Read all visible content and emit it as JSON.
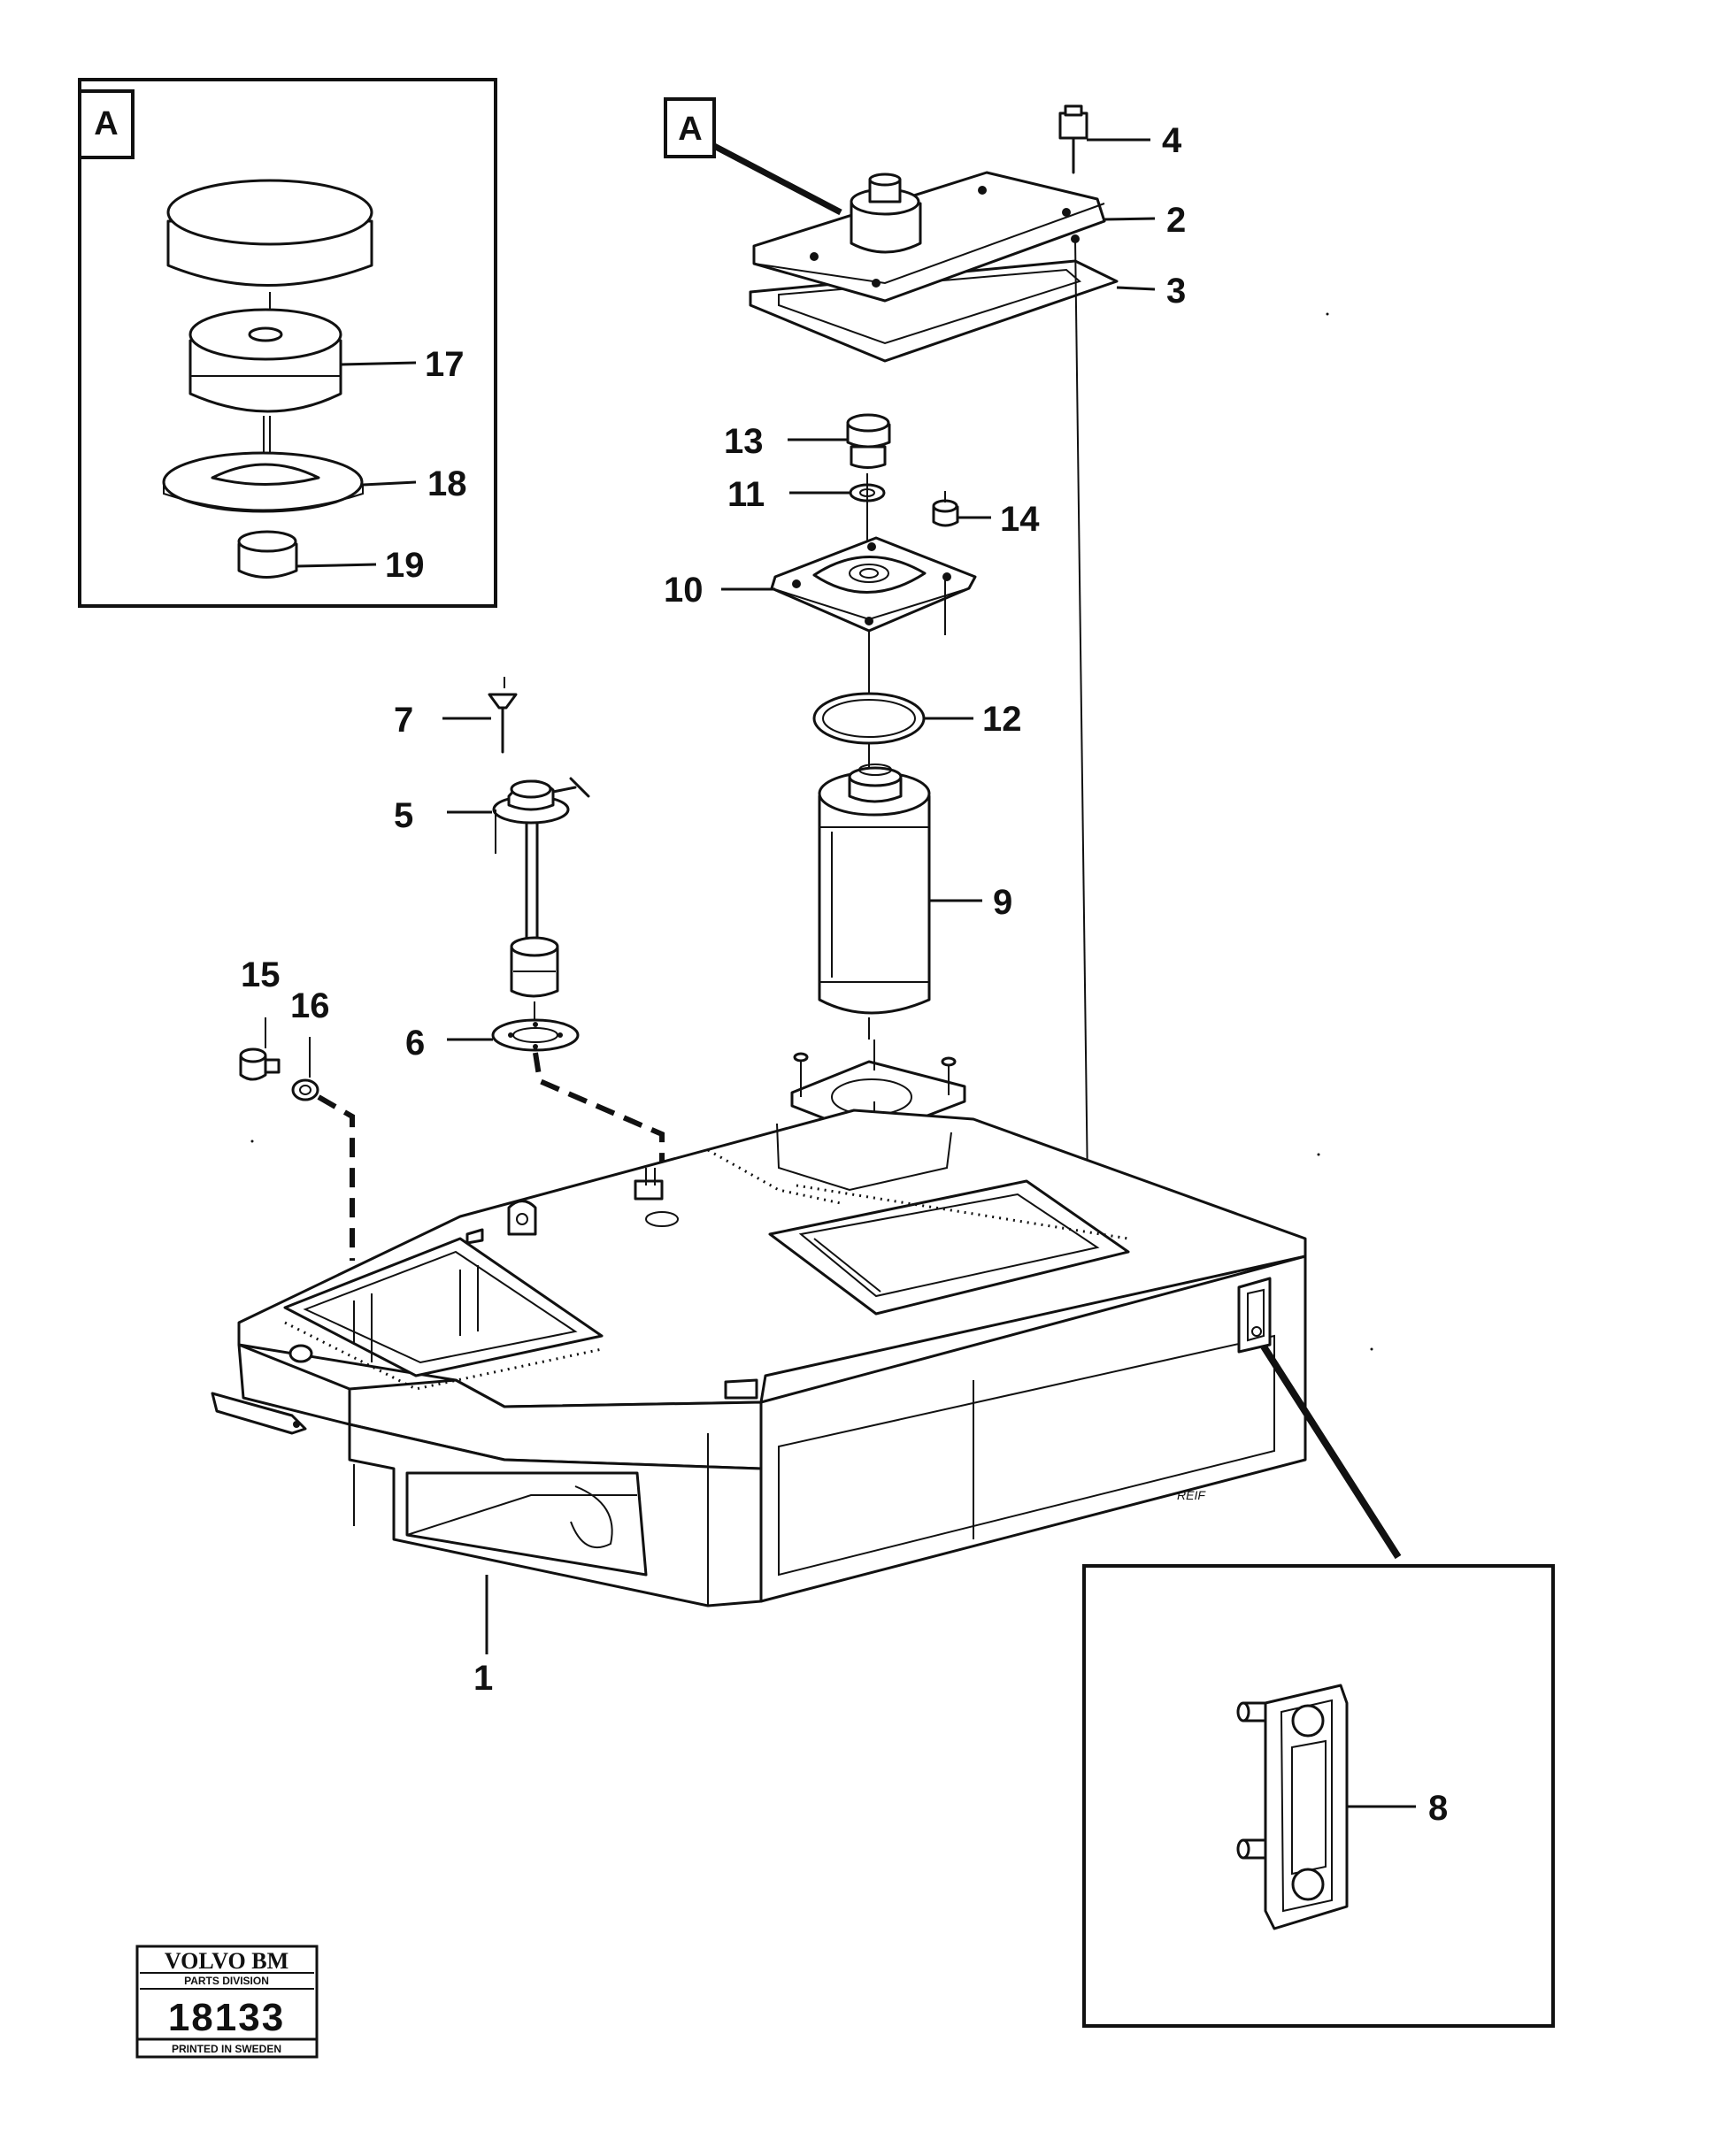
{
  "detail_marker": "A",
  "callouts": [
    "1",
    "2",
    "3",
    "4",
    "5",
    "6",
    "7",
    "8",
    "9",
    "10",
    "11",
    "12",
    "13",
    "14",
    "15",
    "16",
    "17",
    "18",
    "19"
  ],
  "logo": {
    "brand": "VOLVO BM",
    "division": "PARTS DIVISION",
    "number": "18133",
    "footer": "PRINTED IN SWEDEN"
  }
}
